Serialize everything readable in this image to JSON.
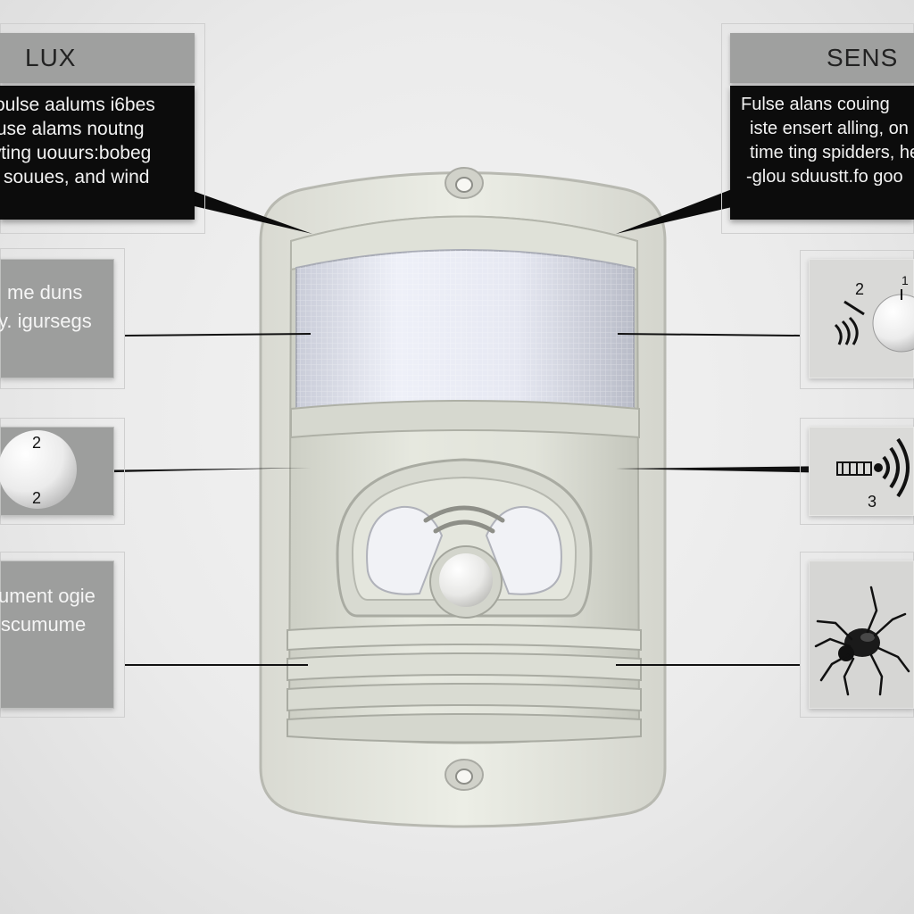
{
  "left": {
    "header": "LUX",
    "callout_lines": [
      "oulse aalums i6bes",
      "fuse alams noutng",
      "wting uouurs:bobeg",
      "souues, and wind"
    ],
    "box1_lines": [
      "me duns",
      "y. igursegs"
    ],
    "box2_numbers": [
      "2",
      "2"
    ],
    "box3_lines": [
      "ument ogie",
      "iscumume"
    ]
  },
  "right": {
    "header": "SENS",
    "callout_lines": [
      "Fulse alans couing",
      "iste ensert alling, on",
      "time ting spidders, he",
      "-glou sduustt.fo goo"
    ],
    "box1_numbers": [
      "2",
      "1"
    ],
    "box2_number": "3"
  },
  "icons": {
    "knob_icon": "knob-icon",
    "signal_icon": "wireless-signal-icon",
    "spider_icon": "spider-icon",
    "lens_icon": "pir-lens-icon"
  },
  "colors": {
    "device": "#e3e4dc",
    "panel_gray": "#9d9e9d",
    "callout_black": "#0c0c0c",
    "background": "#ebebeb"
  }
}
